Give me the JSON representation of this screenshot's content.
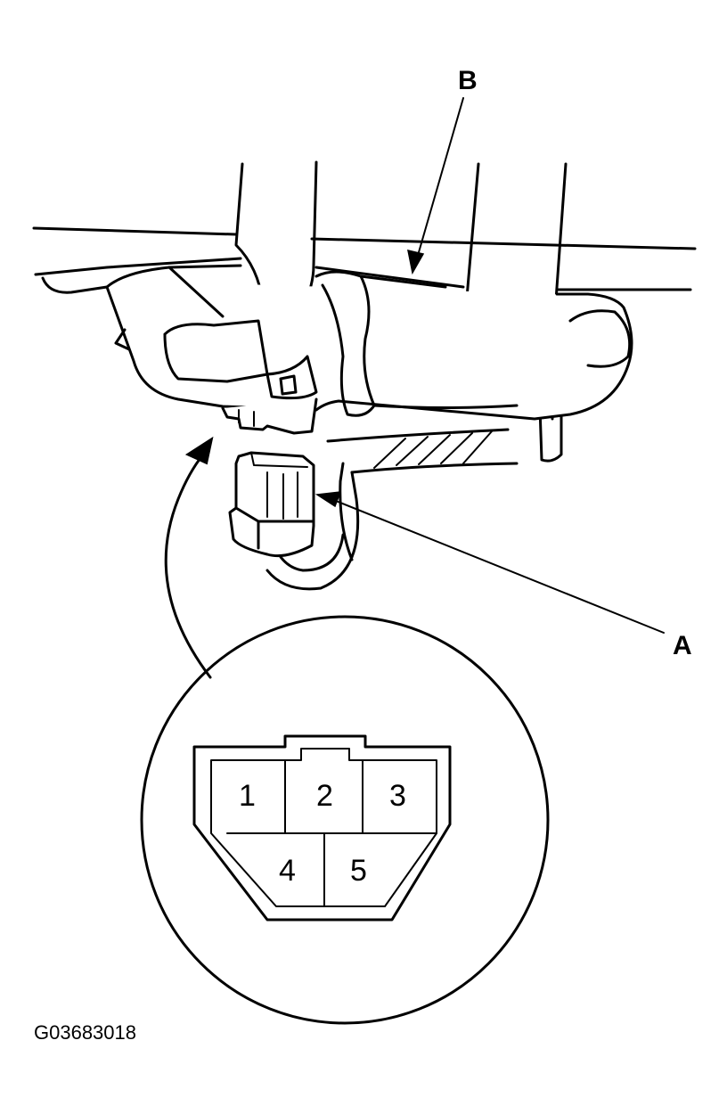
{
  "callouts": {
    "a": "A",
    "b": "B"
  },
  "connector_pins": [
    "1",
    "2",
    "3",
    "4",
    "5"
  ],
  "figure_code": "G03683018"
}
